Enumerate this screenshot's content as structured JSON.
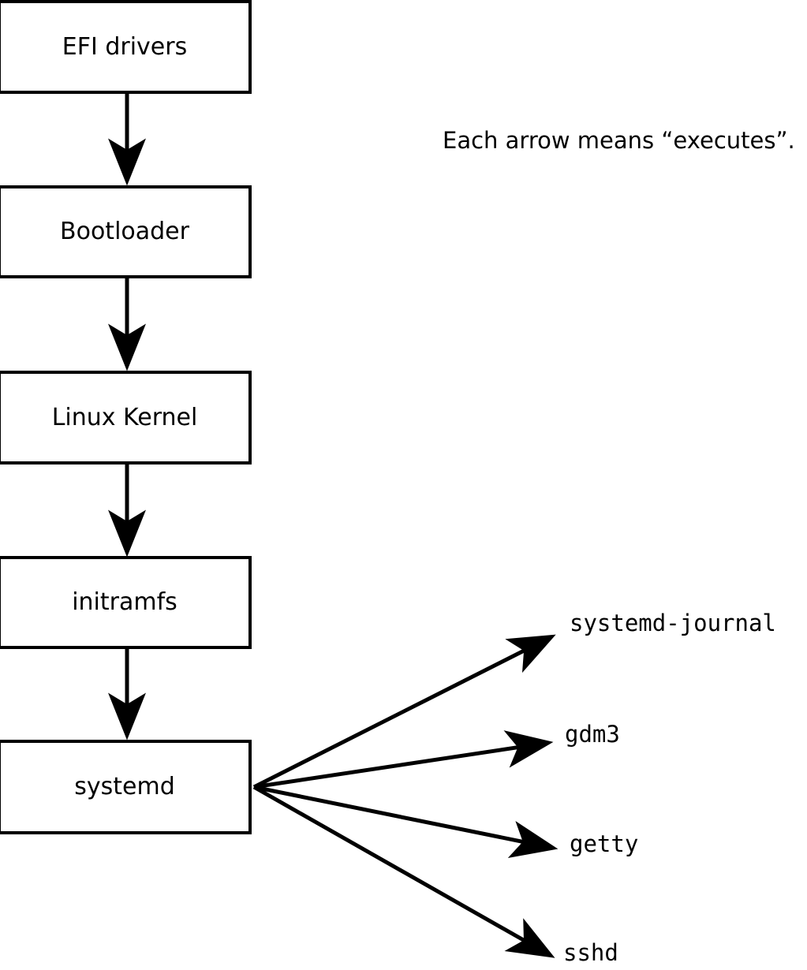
{
  "diagram": {
    "caption": "Each arrow means “executes”.",
    "stroke_color": "#000000",
    "background_color": "#ffffff",
    "boot_chain": [
      {
        "label": "EFI drivers"
      },
      {
        "label": "Bootloader"
      },
      {
        "label": "Linux Kernel"
      },
      {
        "label": "initramfs"
      },
      {
        "label": "systemd"
      }
    ],
    "services": [
      {
        "label": "systemd-journal"
      },
      {
        "label": "gdm3"
      },
      {
        "label": "getty"
      },
      {
        "label": "sshd"
      }
    ]
  }
}
